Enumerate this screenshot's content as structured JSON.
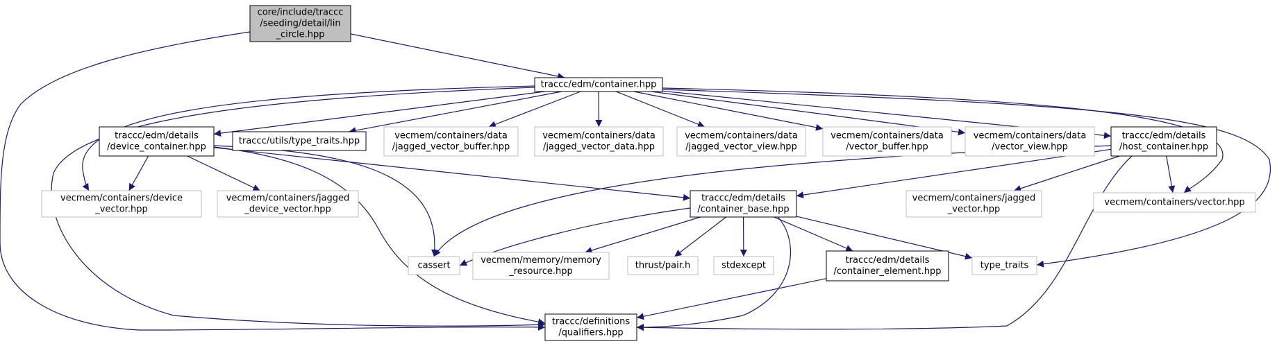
{
  "diagram": {
    "colors": {
      "edge": "#191970",
      "root_fill": "#bfbfbf",
      "node_border": "#000000",
      "external_border": "#bfbfbf",
      "text": "#000000"
    },
    "nodes": [
      {
        "id": "lin_circle",
        "lines": [
          "core/include/traccc",
          "/seeding/detail/lin",
          "_circle.hpp"
        ],
        "style": "root"
      },
      {
        "id": "container",
        "lines": [
          "traccc/edm/container.hpp"
        ],
        "style": "normal"
      },
      {
        "id": "device_container",
        "lines": [
          "traccc/edm/details",
          "/device_container.hpp"
        ],
        "style": "normal"
      },
      {
        "id": "type_traits_hpp",
        "lines": [
          "traccc/utils/type_traits.hpp"
        ],
        "style": "normal"
      },
      {
        "id": "jv_buffer",
        "lines": [
          "vecmem/containers/data",
          "/jagged_vector_buffer.hpp"
        ],
        "style": "external"
      },
      {
        "id": "jv_data",
        "lines": [
          "vecmem/containers/data",
          "/jagged_vector_data.hpp"
        ],
        "style": "external"
      },
      {
        "id": "jv_view",
        "lines": [
          "vecmem/containers/data",
          "/jagged_vector_view.hpp"
        ],
        "style": "external"
      },
      {
        "id": "v_buffer",
        "lines": [
          "vecmem/containers/data",
          "/vector_buffer.hpp"
        ],
        "style": "external"
      },
      {
        "id": "v_view",
        "lines": [
          "vecmem/containers/data",
          "/vector_view.hpp"
        ],
        "style": "external"
      },
      {
        "id": "host_container",
        "lines": [
          "traccc/edm/details",
          "/host_container.hpp"
        ],
        "style": "normal"
      },
      {
        "id": "device_vector",
        "lines": [
          "vecmem/containers/device",
          "_vector.hpp"
        ],
        "style": "external"
      },
      {
        "id": "jagged_device_vector",
        "lines": [
          "vecmem/containers/jagged",
          "_device_vector.hpp"
        ],
        "style": "external"
      },
      {
        "id": "container_base",
        "lines": [
          "traccc/edm/details",
          "/container_base.hpp"
        ],
        "style": "normal"
      },
      {
        "id": "jagged_vector",
        "lines": [
          "vecmem/containers/jagged",
          "_vector.hpp"
        ],
        "style": "external"
      },
      {
        "id": "vector_hpp",
        "lines": [
          "vecmem/containers/vector.hpp"
        ],
        "style": "external"
      },
      {
        "id": "cassert",
        "lines": [
          "cassert"
        ],
        "style": "external"
      },
      {
        "id": "memory_resource",
        "lines": [
          "vecmem/memory/memory",
          "_resource.hpp"
        ],
        "style": "external"
      },
      {
        "id": "thrust_pair",
        "lines": [
          "thrust/pair.h"
        ],
        "style": "external"
      },
      {
        "id": "stdexcept",
        "lines": [
          "stdexcept"
        ],
        "style": "external"
      },
      {
        "id": "container_element",
        "lines": [
          "traccc/edm/details",
          "/container_element.hpp"
        ],
        "style": "normal"
      },
      {
        "id": "type_traits",
        "lines": [
          "type_traits"
        ],
        "style": "external"
      },
      {
        "id": "qualifiers",
        "lines": [
          "traccc/definitions",
          "/qualifiers.hpp"
        ],
        "style": "normal"
      }
    ],
    "edges": [
      {
        "from": "lin_circle",
        "to": "container"
      },
      {
        "from": "lin_circle",
        "to": "qualifiers"
      },
      {
        "from": "container",
        "to": "device_container"
      },
      {
        "from": "container",
        "to": "type_traits_hpp"
      },
      {
        "from": "container",
        "to": "jv_buffer"
      },
      {
        "from": "container",
        "to": "jv_data"
      },
      {
        "from": "container",
        "to": "jv_view"
      },
      {
        "from": "container",
        "to": "v_buffer"
      },
      {
        "from": "container",
        "to": "v_view"
      },
      {
        "from": "container",
        "to": "host_container"
      },
      {
        "from": "container",
        "to": "device_vector"
      },
      {
        "from": "container",
        "to": "qualifiers"
      },
      {
        "from": "container",
        "to": "vector_hpp"
      },
      {
        "from": "container",
        "to": "type_traits"
      },
      {
        "from": "device_container",
        "to": "device_vector"
      },
      {
        "from": "device_container",
        "to": "jagged_device_vector"
      },
      {
        "from": "device_container",
        "to": "container_base"
      },
      {
        "from": "device_container",
        "to": "cassert"
      },
      {
        "from": "device_container",
        "to": "qualifiers"
      },
      {
        "from": "host_container",
        "to": "container_base"
      },
      {
        "from": "host_container",
        "to": "cassert"
      },
      {
        "from": "host_container",
        "to": "jagged_vector"
      },
      {
        "from": "host_container",
        "to": "vector_hpp"
      },
      {
        "from": "host_container",
        "to": "qualifiers"
      },
      {
        "from": "container_base",
        "to": "cassert"
      },
      {
        "from": "container_base",
        "to": "memory_resource"
      },
      {
        "from": "container_base",
        "to": "thrust_pair"
      },
      {
        "from": "container_base",
        "to": "stdexcept"
      },
      {
        "from": "container_base",
        "to": "container_element"
      },
      {
        "from": "container_base",
        "to": "type_traits"
      },
      {
        "from": "container_base",
        "to": "qualifiers"
      },
      {
        "from": "container_element",
        "to": "qualifiers"
      }
    ]
  }
}
